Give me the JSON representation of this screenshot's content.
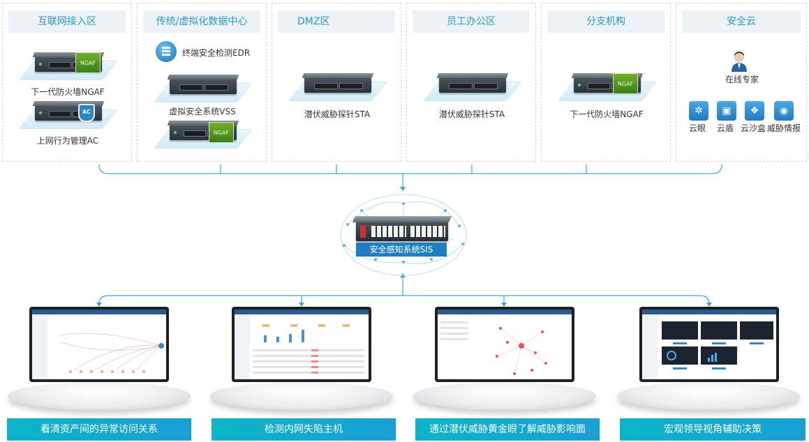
{
  "zones": [
    {
      "title": "互联网接入区",
      "items": [
        "下一代防火墙NGAF",
        "上网行为管理AC"
      ]
    },
    {
      "title": "传统/虚拟化数据中心",
      "items": [
        "终端安全检测EDR",
        "虚拟安全系统VSS"
      ]
    },
    {
      "title": "DMZ区",
      "items": [
        "潜伏威胁探针STA"
      ]
    },
    {
      "title": "员工办公区",
      "items": [
        "潜伏威胁探针STA"
      ]
    },
    {
      "title": "分支机构",
      "items": [
        "下一代防火墙NGAF"
      ]
    },
    {
      "title": "安全云",
      "items": [
        "在线专家",
        "云眼",
        "云盾",
        "云沙盒",
        "威胁情报"
      ]
    }
  ],
  "badges": {
    "ngaf": "NGAF",
    "ac": "AC"
  },
  "core": {
    "label": "安全感知系统SIS"
  },
  "captions": [
    "看清资产间的异常访问关系",
    "检测内网失陷主机",
    "通过潜伏威胁黄金眼了解威胁影响面",
    "宏观领导视角辅助决策"
  ],
  "colors": {
    "accent": "#2a97d2",
    "line": "#3aa6d8",
    "caption_start": "#0ab5c8",
    "caption_end": "#1a9fd5"
  }
}
